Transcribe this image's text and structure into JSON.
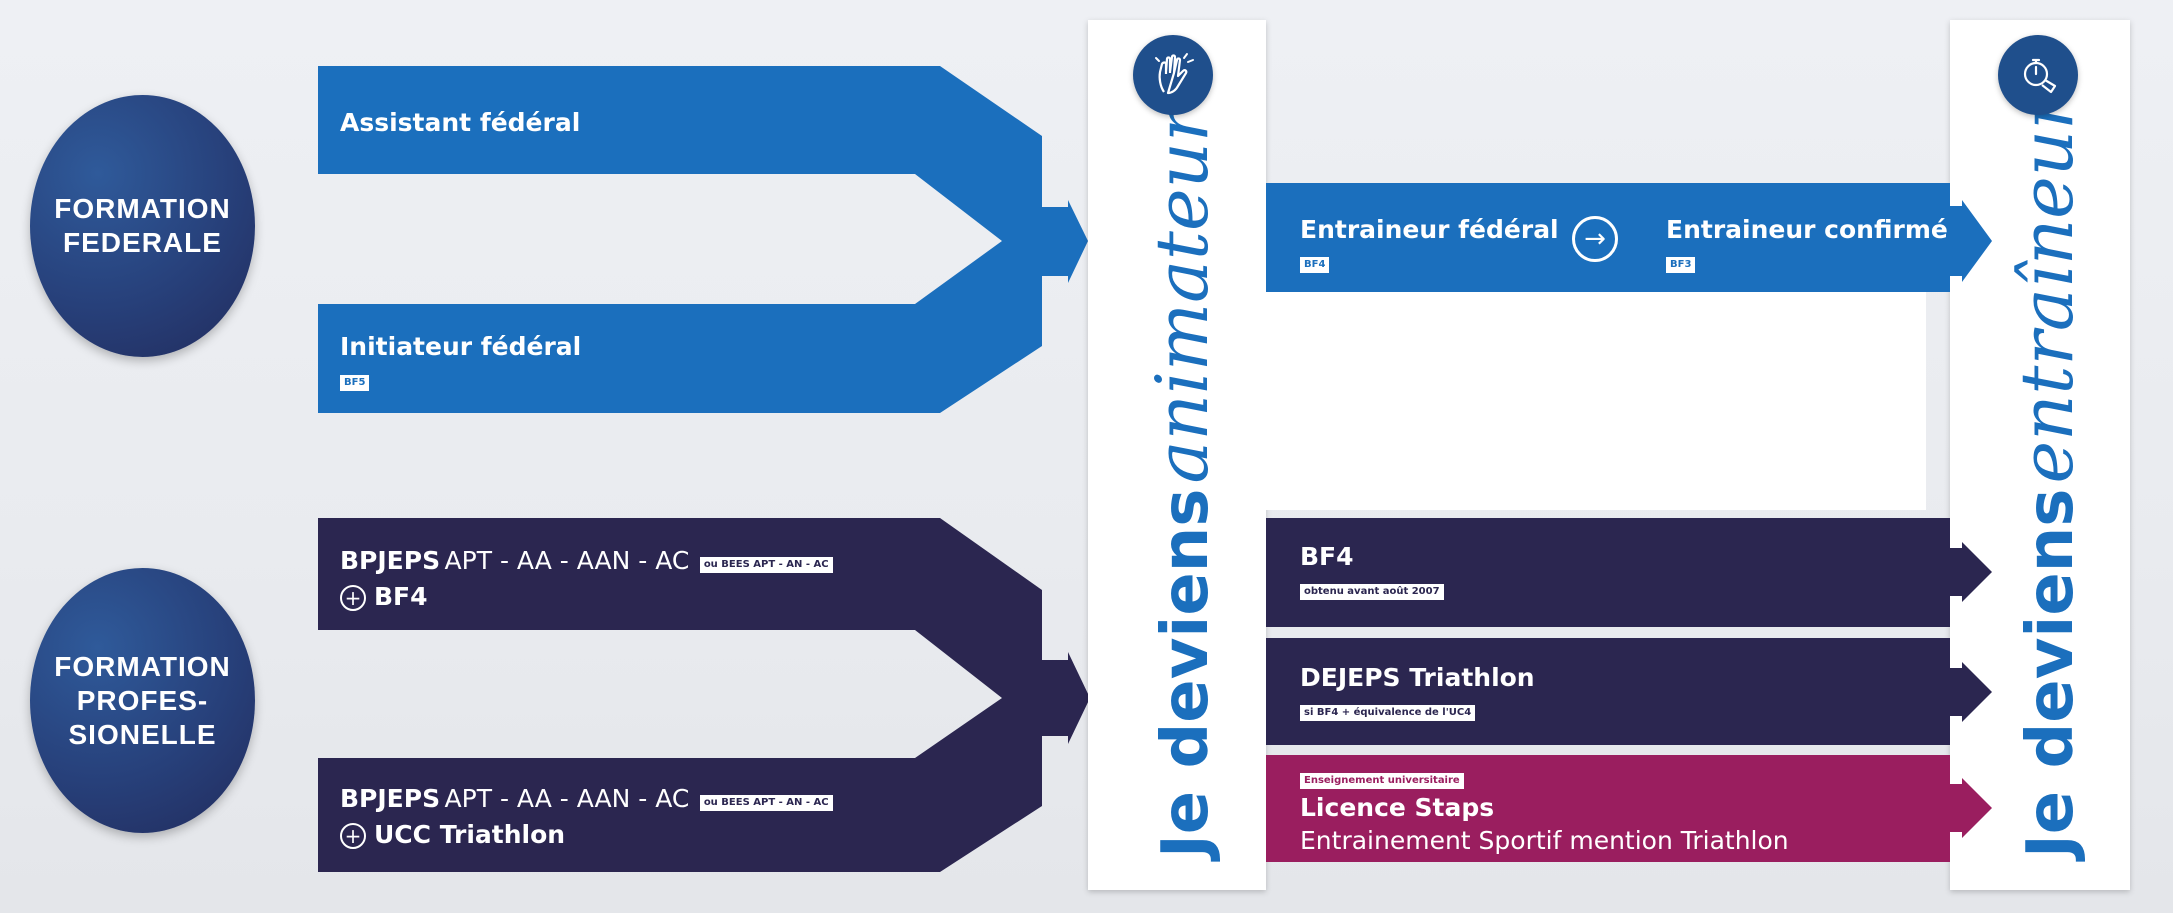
{
  "left_circles": {
    "federale": [
      "FORMATION",
      "FEDERALE"
    ],
    "professionnelle": [
      "FORMATION",
      "PROFES-",
      "SIONELLE"
    ]
  },
  "federal_paths": {
    "assistant": "Assistant fédéral",
    "initiateur": "Initiateur fédéral",
    "initiateur_tag": "BF5"
  },
  "pro_paths": {
    "top_bold": "BPJEPS",
    "top_rest": "APT - AA - AAN - AC",
    "top_tag": "ou BEES APT - AN - AC",
    "top_plus": "BF4",
    "bottom_bold": "BPJEPS",
    "bottom_rest": "APT - AA - AAN - AC",
    "bottom_tag": "ou BEES APT - AN - AC",
    "bottom_plus": "UCC Triathlon"
  },
  "columns": {
    "animateur_bold": "Je deviens",
    "animateur_script": "animateur",
    "entraineur_bold": "Je deviens",
    "entraineur_script": "entraîneur"
  },
  "middle": {
    "entraineur_federal": "Entraineur fédéral",
    "entraineur_federal_tag": "BF4",
    "entraineur_confirme": "Entraineur confirmé",
    "entraineur_confirme_tag": "BF3",
    "bf4": "BF4",
    "bf4_tag": "obtenu avant août 2007",
    "dejeps": "DEJEPS Triathlon",
    "dejeps_tag": "si BF4 + équivalence de l'UC4",
    "licence_tag": "Enseignement universitaire",
    "licence": "Licence Staps",
    "licence_sub": "Entrainement Sportif mention Triathlon"
  },
  "icons": [
    "high-five-icon",
    "stopwatch-icon",
    "arrow-right-circle-icon"
  ],
  "colors": {
    "blue": "#1b6fbd",
    "dark": "#2b2650",
    "pink": "#9a1e5f",
    "circle": "#27407a"
  }
}
